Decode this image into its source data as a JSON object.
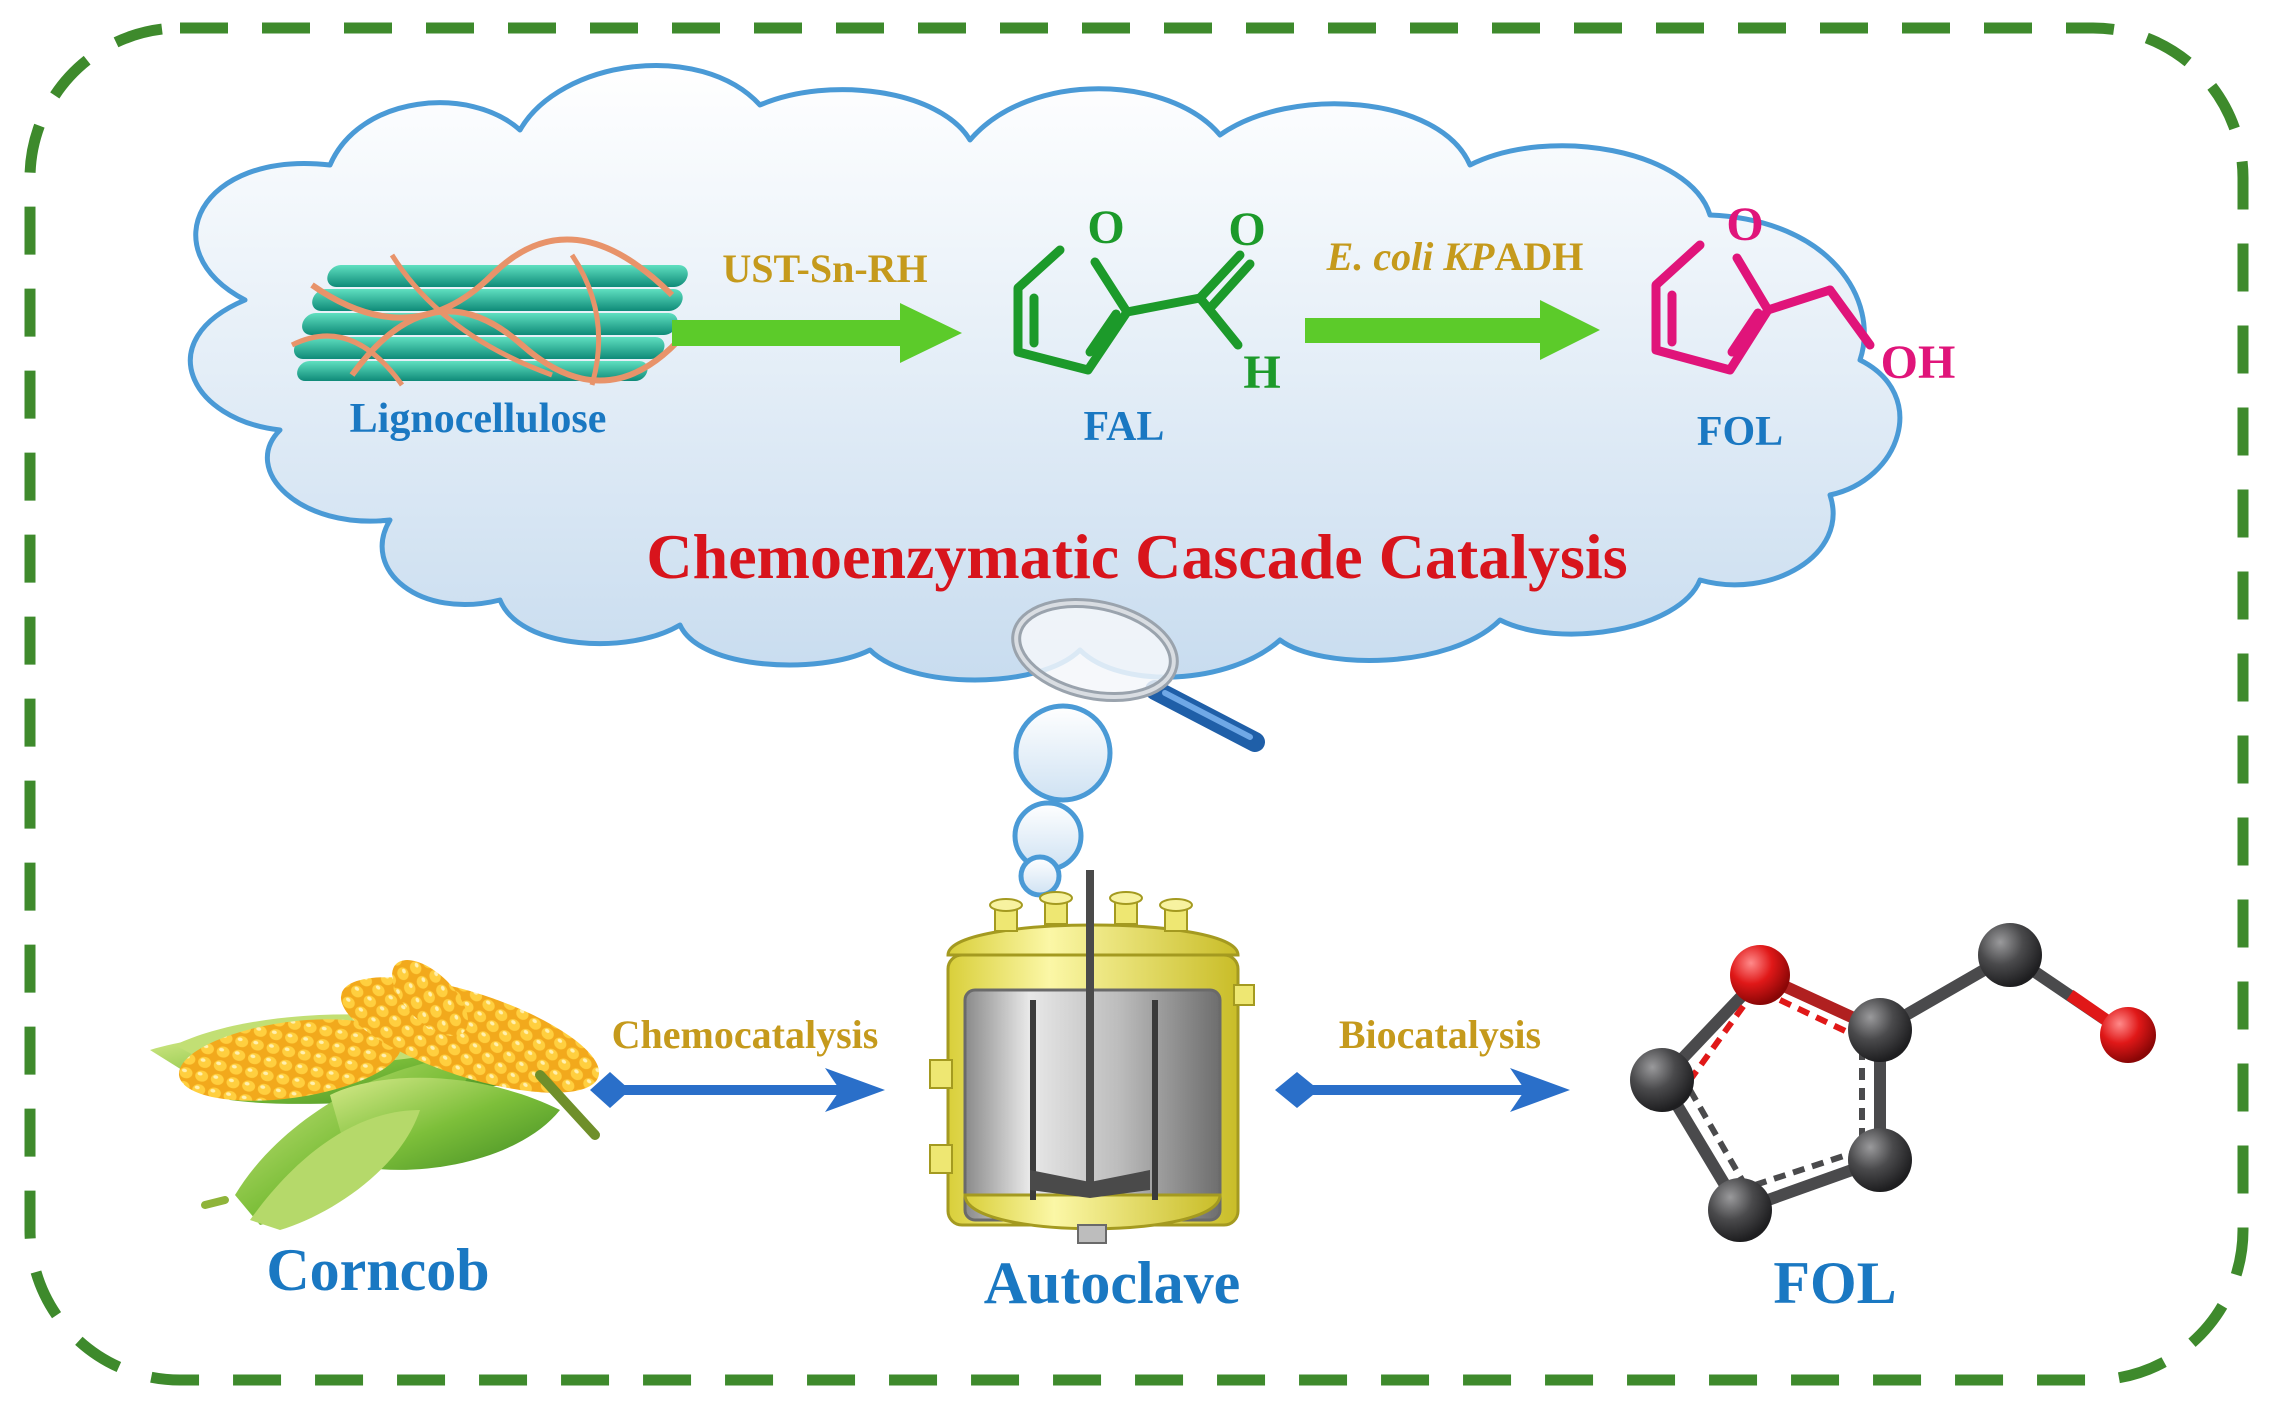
{
  "colors": {
    "frame_dash": "#3e8a2c",
    "cloud_stroke": "#4a9ad6",
    "cloud_fill_top": "#ffffff",
    "cloud_fill_bottom": "#c8dcef",
    "label_blue": "#1a78c2",
    "label_gold": "#c59a1c",
    "title_red": "#d8141c",
    "fal_green": "#1c9a2a",
    "fol_magenta": "#e0147a",
    "arrow_green": "#5ccb2a",
    "arrow_blue": "#2a6fc9",
    "atom_carbon": "#4a4a4c",
    "atom_oxygen": "#e01818"
  },
  "cloud": {
    "title": "Chemoenzymatic Cascade Catalysis",
    "lignocellulose_label": "Lignocellulose",
    "step1_catalyst": "UST-Sn-RH",
    "step2_catalyst_italic": "E. coli KP",
    "step2_catalyst_rest": "ADH",
    "fal_label": "FAL",
    "fol_label": "FOL",
    "fal_atoms": {
      "o_ring": "O",
      "o_carbonyl": "O",
      "h": "H"
    },
    "fol_atoms": {
      "o_ring": "O",
      "oh": "OH"
    }
  },
  "bottom": {
    "corncob_label": "Corncob",
    "autoclave_label": "Autoclave",
    "fol_label": "FOL",
    "left_arrow_label": "Chemocatalysis",
    "right_arrow_label": "Biocatalysis"
  },
  "icons": {
    "lignocellulose": "lignocellulose-fiber-bundle-icon",
    "magnifier": "magnifying-glass-icon",
    "corn": "corncob-icon",
    "autoclave": "autoclave-reactor-icon",
    "molecule": "furfuryl-alcohol-ball-and-stick-icon"
  }
}
